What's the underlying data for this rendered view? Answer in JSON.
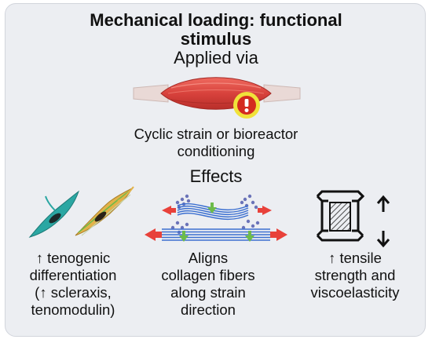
{
  "title_line1": "Mechanical loading: functional",
  "title_line2": "stimulus",
  "applied_via_label": "Applied via",
  "stimulus_caption": {
    "line1": "Cyclic strain or bioreactor",
    "line2": "conditioning"
  },
  "effects_label": "Effects",
  "effects": [
    {
      "icon": "cells-icon",
      "lines": [
        "↑ tenogenic",
        "differentiation",
        "(↑ scleraxis,",
        "tenomodulin)"
      ]
    },
    {
      "icon": "aligned-collagen-fibers-icon",
      "lines": [
        "Aligns",
        "collagen fibers",
        "along strain",
        "direction"
      ]
    },
    {
      "icon": "tensile-clamp-icon",
      "lines": [
        "↑ tensile",
        "strength and",
        "viscoelasticity"
      ]
    }
  ],
  "colors": {
    "muscle": "#d8423c",
    "tendon": "#e8d8d4",
    "warning_ring": "#f0e23a",
    "warning_fill": "#d42a1f",
    "fiber_blue": "#3b6fd0",
    "arrow_red": "#e8413a",
    "arrow_green": "#6dbb4a",
    "cell_teal": "#2ba7a3",
    "cell_yellow": "#e2b24a"
  }
}
